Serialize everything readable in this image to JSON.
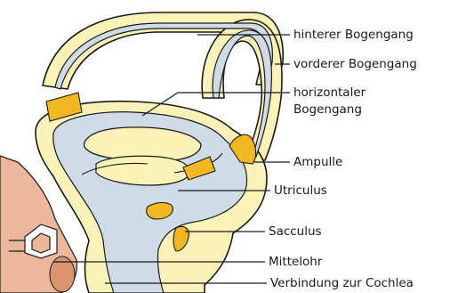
{
  "labels": {
    "hinterer_bogengang": "hinterer Bogengang",
    "vorderer_bogengang": "vorderer Bogengang",
    "horizontaler_line1": "horizontaler",
    "horizontaler_line2": "Bogengang",
    "ampulle": "Ampulle",
    "utriculus": "Utriculus",
    "sacculus": "Sacculus",
    "mittelohr": "Mittelohr",
    "verbindung": "Verbindung zur Cochlea"
  },
  "colors": {
    "bony_labyrinth": "#fbf2b7",
    "membranous_labyrinth": "#cfdce8",
    "sensory_epithelium": "#f2b820",
    "middle_ear_tissue": "#ebb89c",
    "outline": "#1a1a1a"
  }
}
